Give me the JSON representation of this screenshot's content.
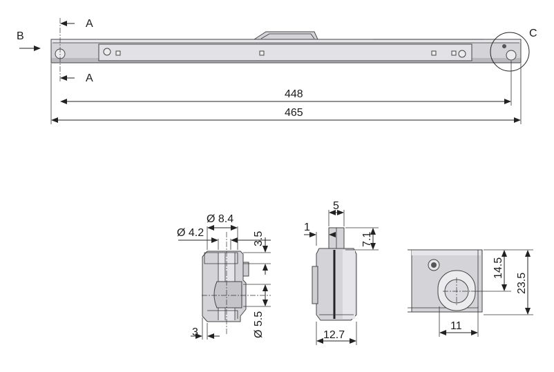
{
  "colors": {
    "part_fill": "#d4d4d8",
    "part_light": "#e6e6ea",
    "part_dark": "#b8b8bd",
    "line": "#222222"
  },
  "top_view": {
    "section_label_top": "A",
    "section_label_bottom": "A",
    "view_label": "B",
    "detail_label": "C",
    "dim_inner": "448",
    "dim_overall": "465"
  },
  "side_view": {
    "dim_small_hole": "Ø 4.2",
    "dim_large_hole": "Ø 8.4",
    "dim_top_offset": "3.5",
    "dim_lower_hole": "Ø 5.5",
    "dim_edge": "3"
  },
  "section_view": {
    "dim_pin_width": "5",
    "dim_step": "1",
    "dim_pin_height": "7.1",
    "dim_body_width": "12.7"
  },
  "detail_view": {
    "dim_center_height": "14.5",
    "dim_total_height": "23.5",
    "dim_center_offset": "11"
  }
}
